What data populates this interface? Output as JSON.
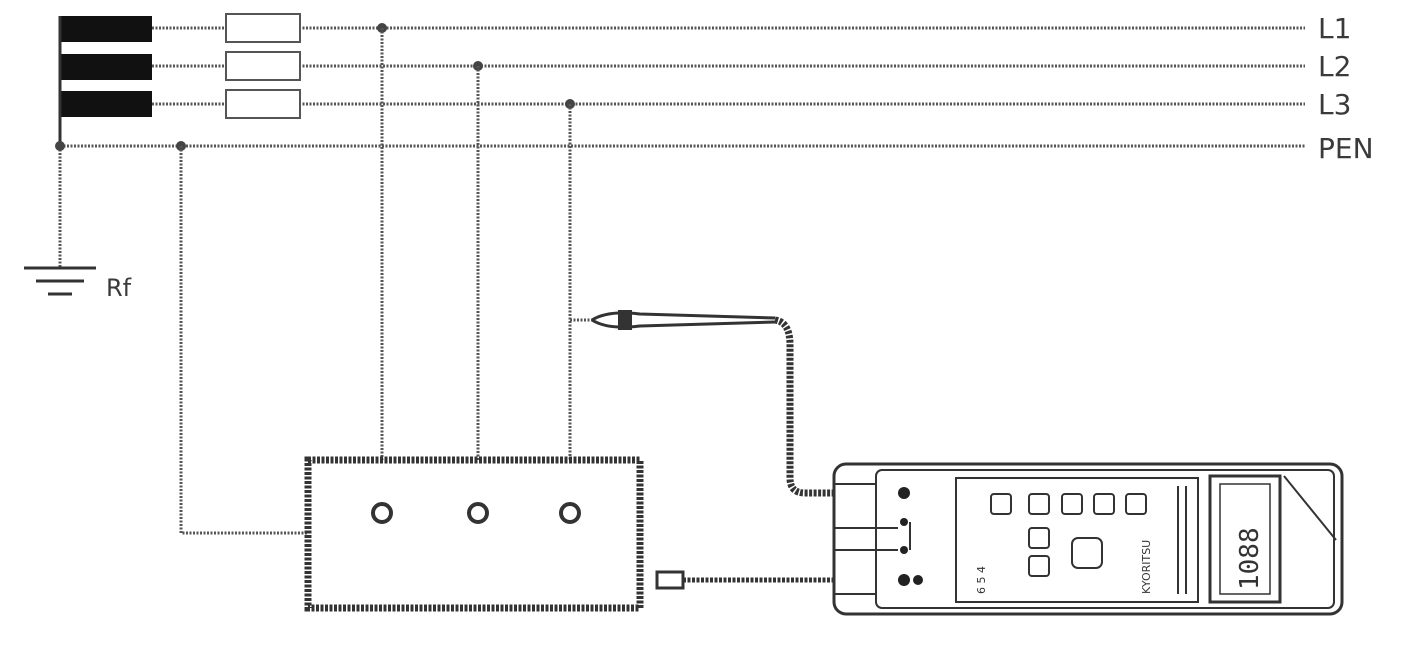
{
  "diagram": {
    "phase_labels": [
      "L1",
      "L2",
      "L3"
    ],
    "neutral_label": "PEN",
    "earth_label": "Rf",
    "meter": {
      "display_text": "1088",
      "brand_text": "KYORITSU",
      "model_text": "6 5 4"
    }
  }
}
